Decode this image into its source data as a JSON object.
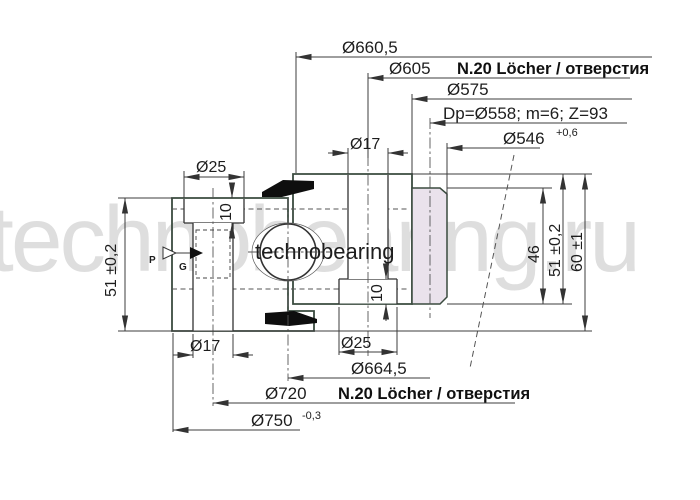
{
  "watermark": {
    "large": "technobearing.ru",
    "small": "technobearing"
  },
  "labels": {
    "d660": "Ø660,5",
    "d605": "Ø605",
    "holes_top": "N.20 Löcher / отверстия",
    "d575": "Ø575",
    "gear_data": "Dp=Ø558; m=6; Z=93",
    "d546": "Ø546",
    "d546_tol": "+0,6",
    "d25_top": "Ø25",
    "d17_top": "Ø17",
    "depth10_a": "10",
    "depth10_b": "10",
    "h51_left": "51 ±0,2",
    "w46": "46",
    "h51_right": "51 ±0,2",
    "h60": "60 ±1",
    "d17_bottom": "Ø17",
    "d25_bottom": "Ø25",
    "d664": "Ø664,5",
    "d720": "Ø720",
    "holes_bottom": "N.20 Löcher / отверстия",
    "d750": "Ø750",
    "d750_tol": "-0,3",
    "port_p": "P",
    "port_g": "G"
  },
  "colors": {
    "section_green": "#8BEC1A",
    "hatch_line": "#35610D",
    "gear_gray": "#EAE2EC",
    "seal_black": "#0E0E0E",
    "line_dark": "#3A4B3F",
    "watermark_gray": "#D9D9D9"
  }
}
